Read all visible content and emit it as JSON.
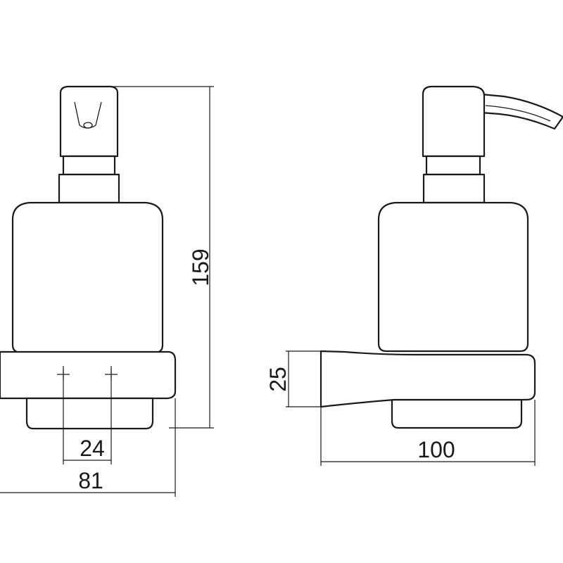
{
  "drawing": {
    "colors": {
      "line": "#1a1a1a",
      "background": "#ffffff"
    },
    "dimensions": {
      "height": "159",
      "holder_depth": "25",
      "hole_spacing": "24",
      "width": "81",
      "projection": "100"
    }
  }
}
